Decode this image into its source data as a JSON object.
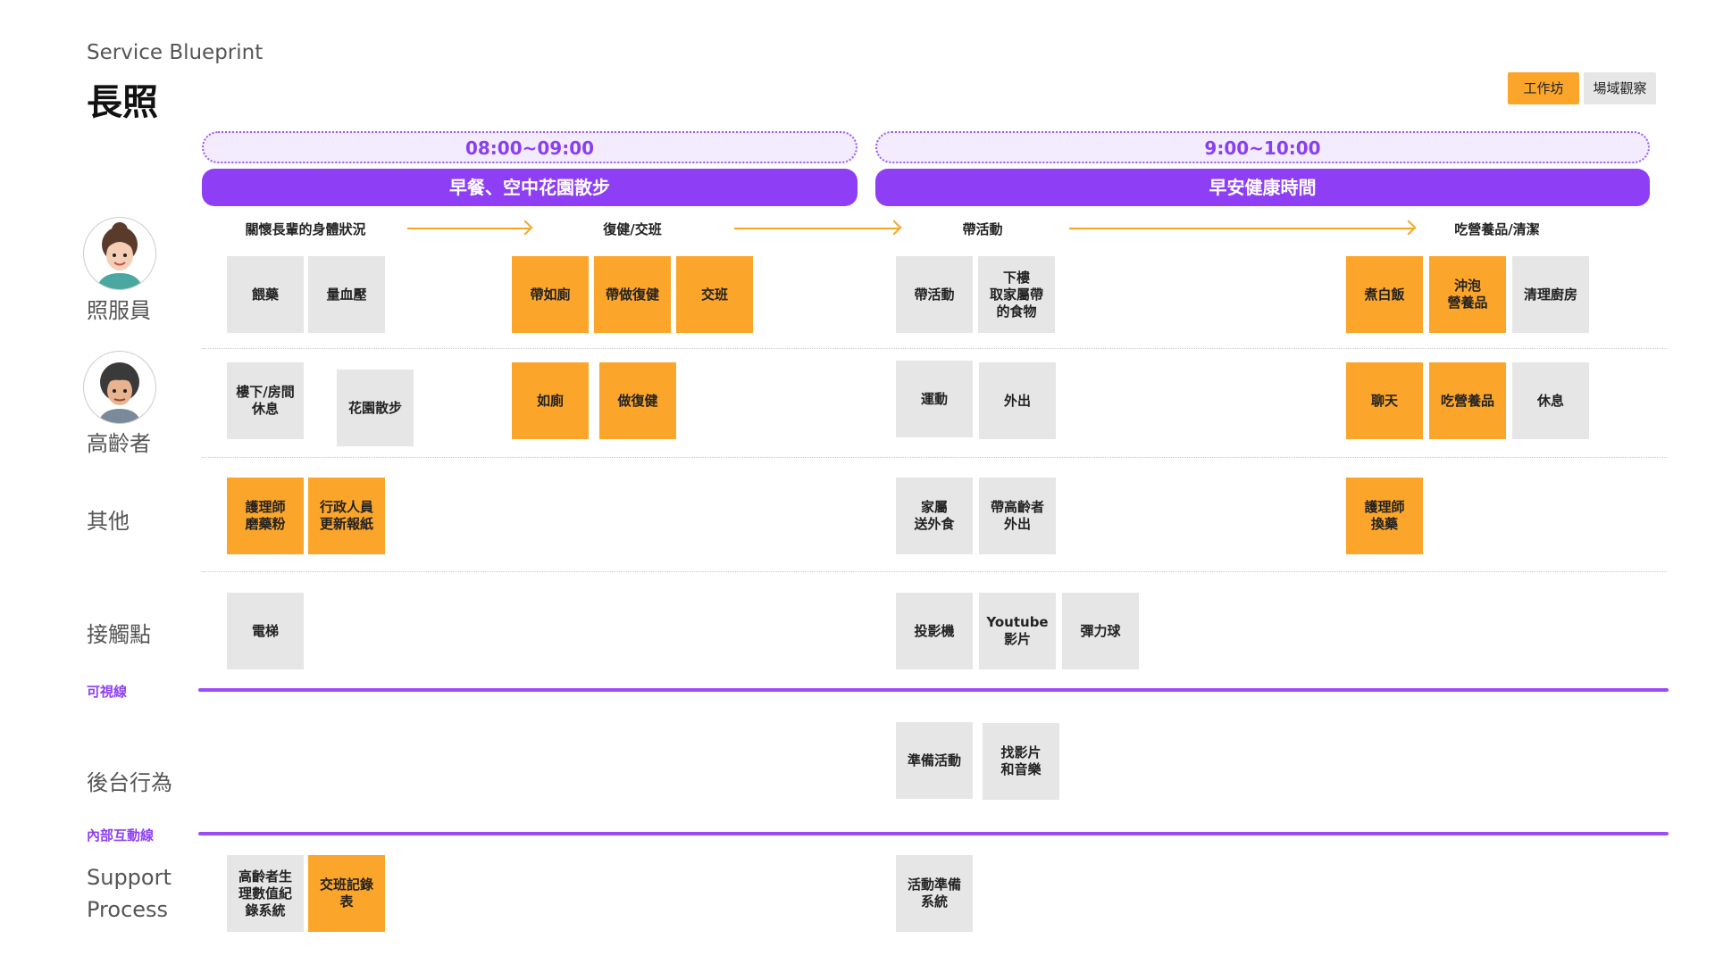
{
  "header": {
    "subtitle": "Service Blueprint",
    "title": "長照"
  },
  "legend": [
    {
      "label": "工作坊",
      "color": "#fca52b"
    },
    {
      "label": "場域觀察",
      "color": "#e6e6e6"
    }
  ],
  "time_slots": [
    "08:00~09:00",
    "9:00~10:00"
  ],
  "phases": [
    "早餐、空中花園散步",
    "早安健康時間"
  ],
  "steps": [
    "關懷長輩的身體狀況",
    "復健/交班",
    "帶活動",
    "吃營養品/清潔"
  ],
  "rows": {
    "caregiver": "照服員",
    "elder": "高齡者",
    "other": "其他",
    "touchpoint": "接觸點",
    "backstage": "後台行為",
    "support": "Support\nProcess"
  },
  "lines": {
    "visibility": "可視線",
    "internal": "內部互動線"
  },
  "notes": {
    "caregiver": [
      "餵藥",
      "量血壓",
      "帶如廁",
      "帶做復健",
      "交班",
      "帶活動",
      "下樓\n取家屬帶\n的食物",
      "煮白飯",
      "沖泡\n營養品",
      "清理廚房"
    ],
    "elder": [
      "樓下/房間\n休息",
      "花園散步",
      "如廁",
      "做復健",
      "運動",
      "外出",
      "聊天",
      "吃營養品",
      "休息"
    ],
    "other": [
      "護理師\n磨藥粉",
      "行政人員\n更新報紙",
      "家屬\n送外食",
      "帶高齡者\n外出",
      "護理師\n換藥"
    ],
    "touchpoint": [
      "電梯",
      "投影機",
      "Youtube\n影片",
      "彈力球"
    ],
    "backstage": [
      "準備活動",
      "找影片\n和音樂"
    ],
    "support": [
      "高齡者生\n理數值紀\n錄系統",
      "交班記錄\n表",
      "活動準備\n系統"
    ]
  }
}
